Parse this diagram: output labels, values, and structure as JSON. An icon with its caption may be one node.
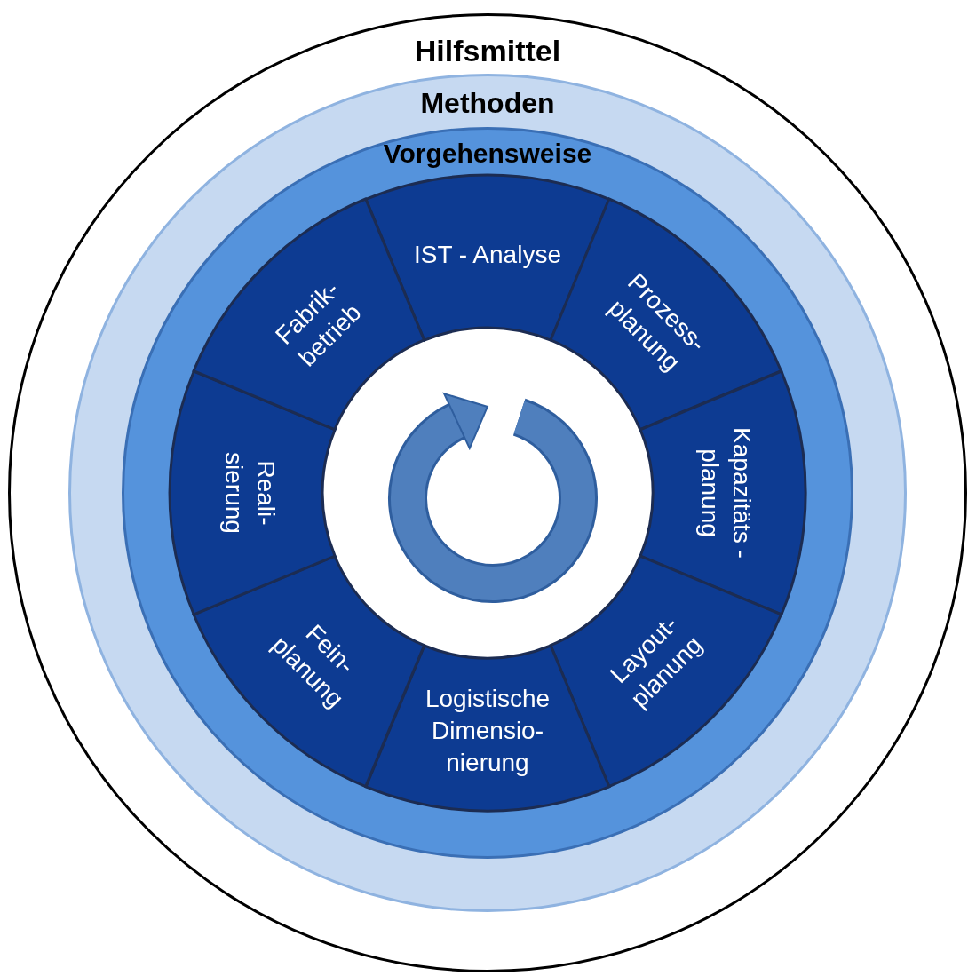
{
  "diagram": {
    "nodes": [
      {
        "text": [
          "Hilfsmittel"
        ]
      },
      {
        "text": [
          "Methoden"
        ],
        "in": 0
      },
      {
        "text": [
          "Vorgehensweise"
        ],
        "in": 1
      },
      {
        "text": [
          "IST - Analyse"
        ],
        "in": 2
      },
      {
        "text": [
          "Prozess- planung"
        ],
        "in": 2
      },
      {
        "text": [
          "Kapazitäts -planung"
        ],
        "in": 2
      },
      {
        "text": [
          "Layout- planung"
        ],
        "in": 2
      },
      {
        "text": [
          "Logistische Dimensio- nierung"
        ],
        "in": 2
      },
      {
        "text": [
          "Fein- planung"
        ],
        "in": 2
      },
      {
        "text": [
          "Reali- sierung"
        ],
        "in": 2
      },
      {
        "text": [
          "Fabrik- betrieb"
        ],
        "in": 2
      }
    ]
  }
}
